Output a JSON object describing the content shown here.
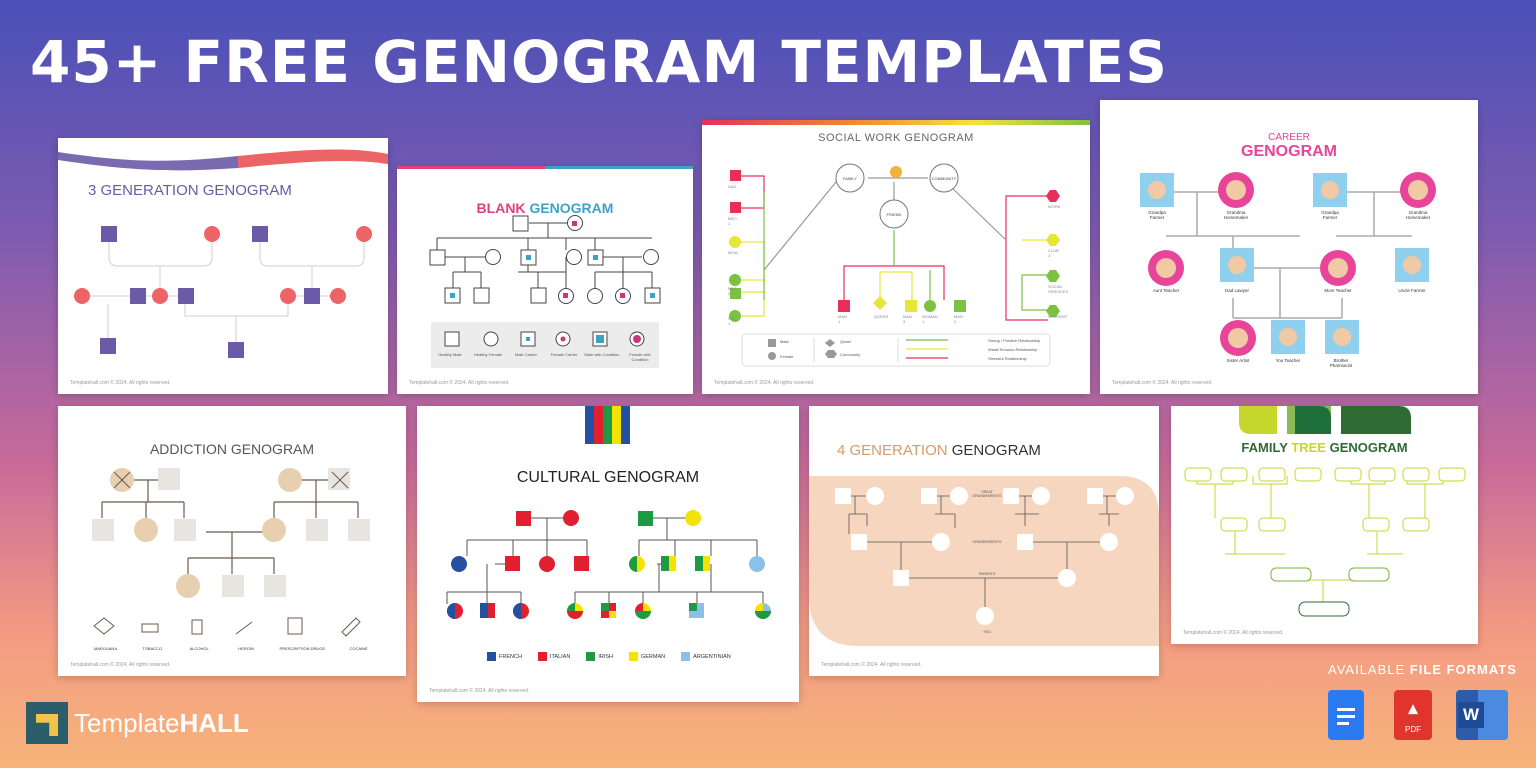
{
  "banner": {
    "title": "45+ FREE GENOGRAM TEMPLATES"
  },
  "cards": {
    "gen3": {
      "title": "3 GENERATION GENOGRAM",
      "footer": "Templatehall.com © 2024. All rights reserved."
    },
    "blank": {
      "title_a": "BLANK",
      "title_b": "GENOGRAM",
      "footer": "Templatehall.com © 2024. All rights reserved.",
      "legend": [
        "Healthy Male",
        "Healthy Female",
        "Male Carrier",
        "Female Carrier",
        "Male with Condition",
        "Female with Condition"
      ]
    },
    "social": {
      "title": "SOCIAL WORK GENOGRAM",
      "footer": "Templatehall.com © 2024. All rights reserved.",
      "nodes": {
        "family": "FAMILY",
        "community": "COMMUNITY",
        "friend": "FRIEND"
      },
      "left": [
        "DAD",
        "BRO 1",
        "MOM",
        "BRO 2",
        "SIS 1"
      ],
      "right": [
        "WORK",
        "CLUB 1",
        "SOCIAL SERVICES",
        "WORSHIP"
      ],
      "bottom": [
        "MAN 1",
        "QUEER",
        "MAN 3",
        "WOMAN 1",
        "MAN 2"
      ],
      "legend": {
        "male": "Male",
        "female": "Female",
        "queer": "Queer",
        "community": "Community",
        "rel1": "Strong / Positive Relationship",
        "rel2": "Weak/Tenuous Relationship",
        "rel3": "Stressful Relationship"
      }
    },
    "career": {
      "title_a": "CAREER",
      "title_b": "GENOGRAM",
      "footer": "Templatehall.com © 2024. All rights reserved.",
      "row1": [
        "Grandpa Farmer",
        "Grandma Homemaker",
        "Grandpa Farmer",
        "Grandma Homemaker"
      ],
      "row2": [
        "Aunt Teacher",
        "Dad Lawyer",
        "Mom Teacher",
        "Uncle Farmer"
      ],
      "row3": [
        "Sister Artist",
        "You Teacher",
        "Brother Pharmacist"
      ]
    },
    "addiction": {
      "title": "ADDICTION GENOGRAM",
      "footer": "Templatehall.com © 2024. All rights reserved.",
      "legend": [
        "MARIJUANA",
        "TOBACCO",
        "ALCOHOL",
        "HEROIN",
        "PRESCRIPTION DRUGS",
        "COCAINE"
      ]
    },
    "cultural": {
      "title": "CULTURAL GENOGRAM",
      "footer": "Templatehall.com © 2024. All rights reserved.",
      "legend": [
        "FRENCH",
        "ITALIAN",
        "IRISH",
        "GERMAN",
        "ARGENTINIAN"
      ],
      "legend_colors": [
        "#2350a0",
        "#e0202e",
        "#1e9a45",
        "#f4e300",
        "#8cc0e8"
      ]
    },
    "gen4": {
      "title_a": "4 GENERATION",
      "title_b": "GENOGRAM",
      "footer": "Templatehall.com © 2024. All rights reserved.",
      "labels": [
        "GREAT GRANDPARENTS",
        "GRANDPARENTS",
        "PARENTS",
        "YOU"
      ]
    },
    "familytree": {
      "title_a": "FAMILY",
      "title_b": "TREE",
      "title_c": "GENOGRAM",
      "footer": "Templatehall.com © 2024. All rights reserved."
    }
  },
  "brand": {
    "name_a": "Template",
    "name_b": "HALL"
  },
  "formats": {
    "label_a": "AVAILABLE",
    "label_b": "FILE FORMATS",
    "pdf": "PDF",
    "word": "W"
  },
  "icons": [
    "google-docs-icon",
    "pdf-icon",
    "word-icon"
  ]
}
